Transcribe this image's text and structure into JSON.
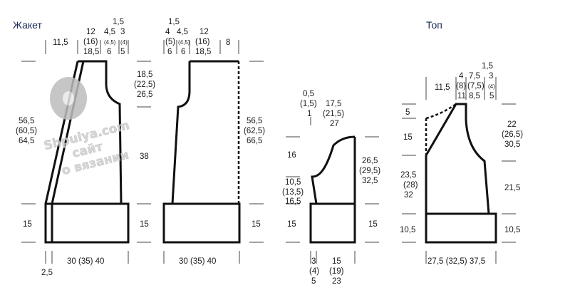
{
  "titles": {
    "jacket": "Жакет",
    "top": "Топ"
  },
  "watermark": {
    "line1": "Shpulya.com",
    "line2": "сайт",
    "line3": "о вязании"
  },
  "back": {
    "w1": "11,5",
    "w2": [
      "12",
      "(16)",
      "18,5"
    ],
    "w3": [
      "4,5",
      "(4,5)",
      "6"
    ],
    "w4": [
      "1,5",
      "3",
      "(4)",
      "5"
    ],
    "armhole": [
      "18,5",
      "(22,5)",
      "26,5"
    ],
    "length": [
      "56,5",
      "(60,5)",
      "64,5"
    ],
    "side": "38",
    "band": "15",
    "band_r": "15",
    "bottom": "30 (35) 40",
    "edge": "2,5"
  },
  "front": {
    "w1": [
      "1,5",
      "4",
      "(5)",
      "6"
    ],
    "w2": [
      "4,5",
      "(4,5)",
      "6"
    ],
    "w3": [
      "12",
      "(16)",
      "18,5"
    ],
    "w4": "8",
    "length": [
      "56,5",
      "(62,5)",
      "66,5"
    ],
    "band": "15",
    "bottom": "30 (35) 40"
  },
  "sleeve": {
    "top_small": [
      "0,5",
      "(1,5)",
      "1"
    ],
    "top": [
      "17,5",
      "(21,5)",
      "27"
    ],
    "cap": "16",
    "length": [
      "26,5",
      "(29,5)",
      "32,5"
    ],
    "slope": [
      "10,5",
      "(13,5)",
      "16,5"
    ],
    "band": "15",
    "band_r": "15",
    "bottom_a": [
      "3",
      "(4)",
      "5"
    ],
    "bottom_b": [
      "15",
      "(19)",
      "23"
    ]
  },
  "top_piece": {
    "w1": "11,5",
    "w2": [
      "4",
      "(8)",
      "11"
    ],
    "w3": [
      "7,5",
      "(7,5)",
      "8,5"
    ],
    "w4": [
      "1,5",
      "3",
      "(4)",
      "5"
    ],
    "left1": "5",
    "left2": "15",
    "left3": [
      "23,5",
      "(28)",
      "32"
    ],
    "left4": "10,5",
    "right1": [
      "22",
      "(26,5)",
      "30,5"
    ],
    "right2": "21,5",
    "right3": "10,5",
    "bottom": "27,5 (32,5) 37,5"
  }
}
